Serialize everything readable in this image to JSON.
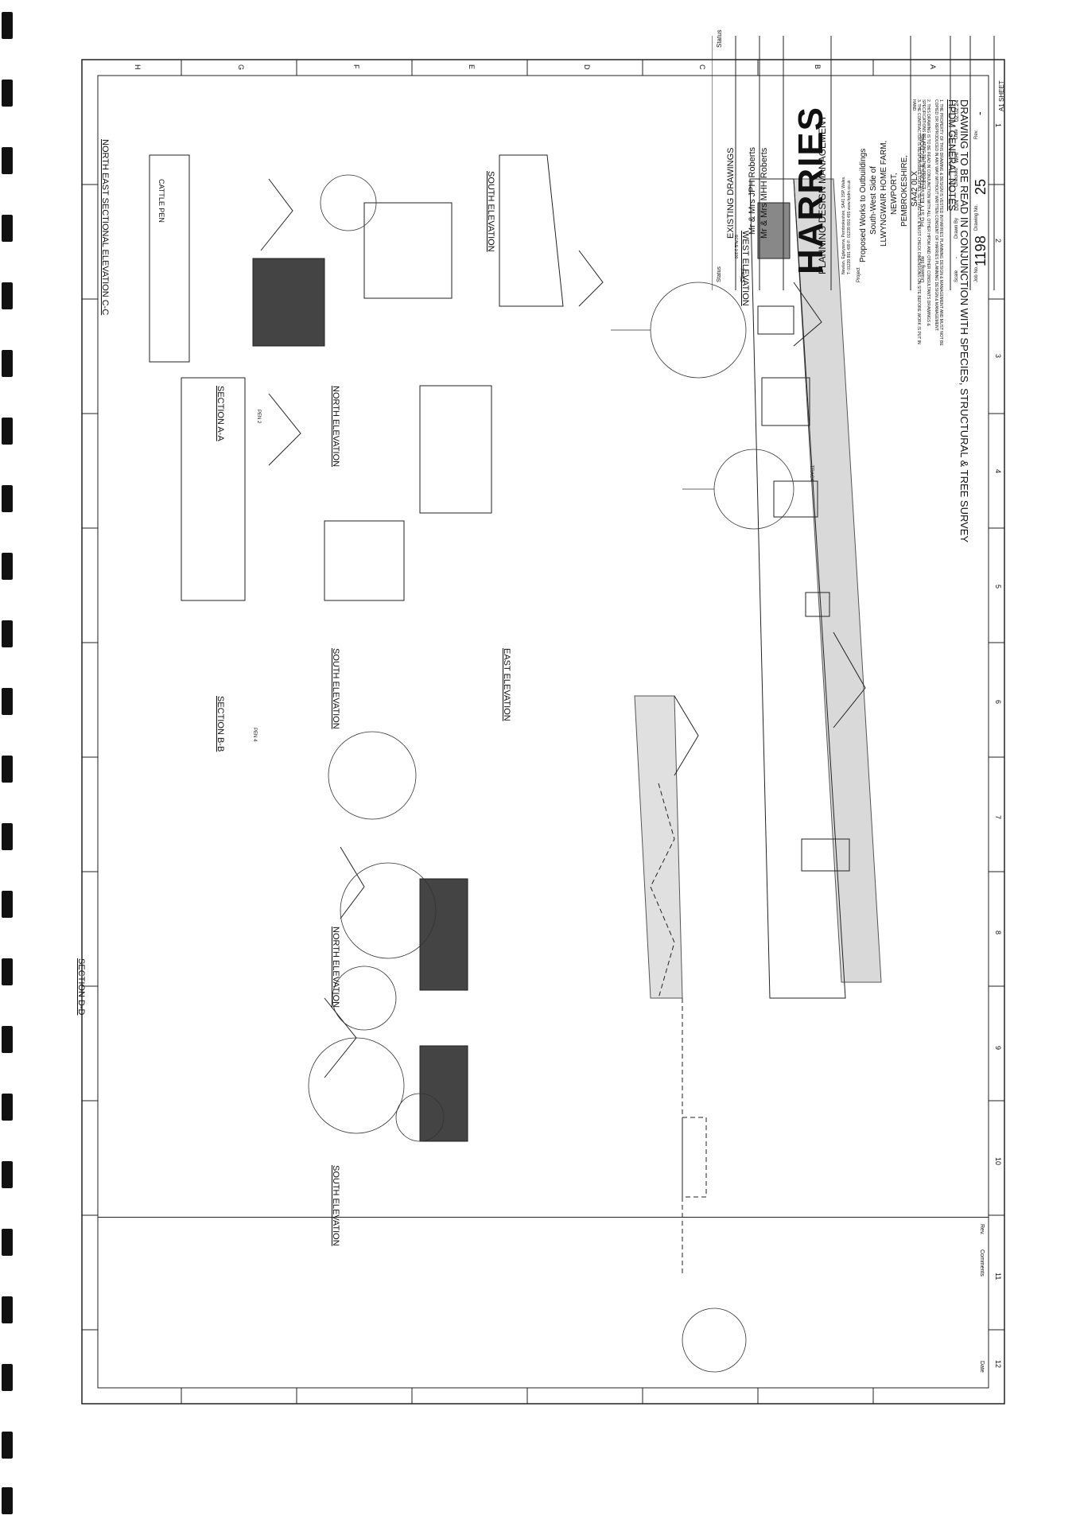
{
  "sheet": {
    "grid_cols": [
      "1",
      "2",
      "3",
      "4",
      "5",
      "6",
      "7",
      "8",
      "9",
      "10",
      "11",
      "12"
    ],
    "grid_rows": [
      "A",
      "B",
      "C",
      "D",
      "E",
      "F",
      "G",
      "H"
    ],
    "sheet_size": "A1 SHEET"
  },
  "notes": {
    "heading": "DRAWING TO BE READ IN CONJUNCTION WITH SPECIES, STRUCTURAL & TREE SURVEY",
    "subheading": "HPDM GENERAL NOTES",
    "items": [
      "1.  THE PROPERTY OF THIS DRAWING & DESIGN IS VESTED IN HARRIES PLANNING DESIGN & MANAGEMENT AND MUST NOT BE COPIED OR REPRODUCED IN ANY WAY WITHOUT WRITTEN CONSENT OF HARRIES PLANNING DESIGN & MANAGEMENT.",
      "2.  THIS DRAWING IS TO BE READ IN CONJUNCTION WITH ALL OTHER HPDM AND OTHER CONSULTANTS DRAWINGS & SPECIFICATIONS RELATING TO THIS PROJECT.",
      "3.  THE CONTRACTOR IS RESPONSIBLE FOR ALL SETTING OUT & MUST CHECK DIMENSIONS ON SITE BEFORE WORK IS PUT IN HAND."
    ]
  },
  "drawings": {
    "west_elevation": "WEST ELEVATION",
    "east_elevation": "EAST ELEVATION",
    "south_elevation_1": "SOUTH ELEVATION",
    "north_elevation_1": "NORTH ELEVATION",
    "south_elevation_2": "SOUTH ELEVATION",
    "north_elevation_2": "NORTH ELEVATION",
    "south_elevation_3": "SOUTH ELEVATION",
    "section_aa": "SECTION A-A",
    "section_bb": "SECTION B-B",
    "section_dd": "SECTION D-D",
    "ne_sectional": "NORTH EAST SECTIONAL ELEVATION C-C",
    "scale": "SCALE 1:100",
    "cattle_pen": "CATTLE PEN",
    "pen2": "PEN 2",
    "pen4": "PEN 4",
    "track": "TRACK"
  },
  "title_block": {
    "rev_label": "Rev.",
    "comments_label": "Comments",
    "date_label": "Date",
    "status_label": "Status",
    "status": "EXISTING DRAWINGS",
    "client_label": "Client",
    "client_line1": "Mr & Mrs JPH Roberts",
    "client_line2": "Mr & Mrs MHH Roberts",
    "company_logo": "HARRIES",
    "company_sub": "PLANNING DESIGN MANAGEMENT",
    "company_address": "Newlan, Eglwyswrw, Pembrokeshire, SA41 3SP, Wales.",
    "company_contact": "T: 01239 891 499  F: 01239 891 455  www.hpdm.co.uk",
    "project_label": "Project",
    "project_line1": "Proposed Works to Outbuildings",
    "project_line2": "South-West Side of",
    "project_line3": "LLWYNGWAIR HOME FARM,",
    "project_line4": "NEWPORT,",
    "project_line5": "PEMBROKESHIRE,",
    "project_line6": "SA42 0LX",
    "drawing_title_label": "Drawing title",
    "drawing_title": "P/G STY ELEVATIONS & SECTIONS",
    "scale_label": "Scale",
    "scale": "-",
    "drawn_label": "Drawn By",
    "drawn": "DJN",
    "checked_label": "Checked",
    "checked": "WHi",
    "date_label2": "Date",
    "date": "02.02.24",
    "job_label": "Job No.",
    "job": "1198",
    "drawing_no_label": "Drawing No.",
    "drawing_no": "25",
    "rev_label2": "Rev.",
    "rev": "-"
  }
}
